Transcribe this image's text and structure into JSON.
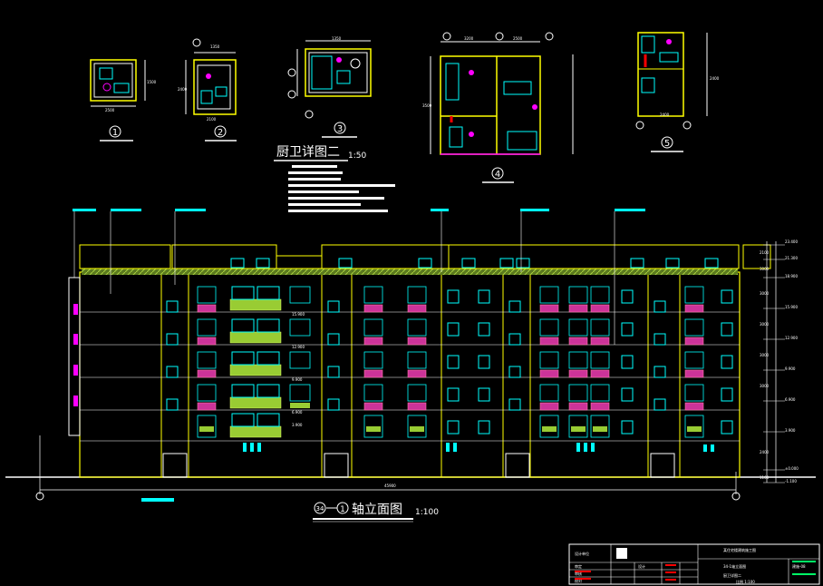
{
  "sheet": {
    "detail_title": "厨卫详图二",
    "detail_scale": "1:50",
    "elevation_title": "轴立面图",
    "elevation_scale": "1:100",
    "elevation_axis_start": "34",
    "elevation_axis_end": "1",
    "overall_width_dim": "45900"
  },
  "details": [
    {
      "num": "1"
    },
    {
      "num": "2"
    },
    {
      "num": "3"
    },
    {
      "num": "4"
    },
    {
      "num": "5"
    }
  ],
  "detail_dims": {
    "d1_width": "2500",
    "d1_height": "1500",
    "d2_top": "1350",
    "d2_width": "2100",
    "d2_height": "2400",
    "d3_top": "1350",
    "d4_left": "3200",
    "d4_right": "2500",
    "d4_height": "3500",
    "d5_width": "2400",
    "d5_height": "2400"
  },
  "level_marks": [
    "23.400",
    "21.300",
    "18.900",
    "15.900",
    "12.900",
    "9.900",
    "6.900",
    "3.900",
    "±0.000",
    "-1.100"
  ],
  "floor_marks": [
    "15.900",
    "12.900",
    "9.900",
    "6.900",
    "3.900"
  ],
  "side_dims": [
    "2100",
    "3000",
    "3000",
    "3000",
    "3000",
    "3000",
    "2400",
    "1100"
  ],
  "title_block": {
    "design_unit": "设计单位",
    "project": "某住宅楼建筑施工图",
    "drawing_content_1": "34-1轴立面图",
    "drawing_content_2": "厨卫详图二",
    "scale_label": "比例 1:100",
    "row_labels": [
      "审定",
      "审核",
      "校对",
      "设计"
    ],
    "sheet_no": "建施-08"
  },
  "colors": {
    "background": "#000000",
    "outline": "#ffffff",
    "yellow": "#ffff00",
    "cyan": "#00ffff",
    "green": "#99cc33",
    "magenta": "#ff00ff",
    "red": "#ff0000",
    "pink_window": "#ff77aa"
  }
}
